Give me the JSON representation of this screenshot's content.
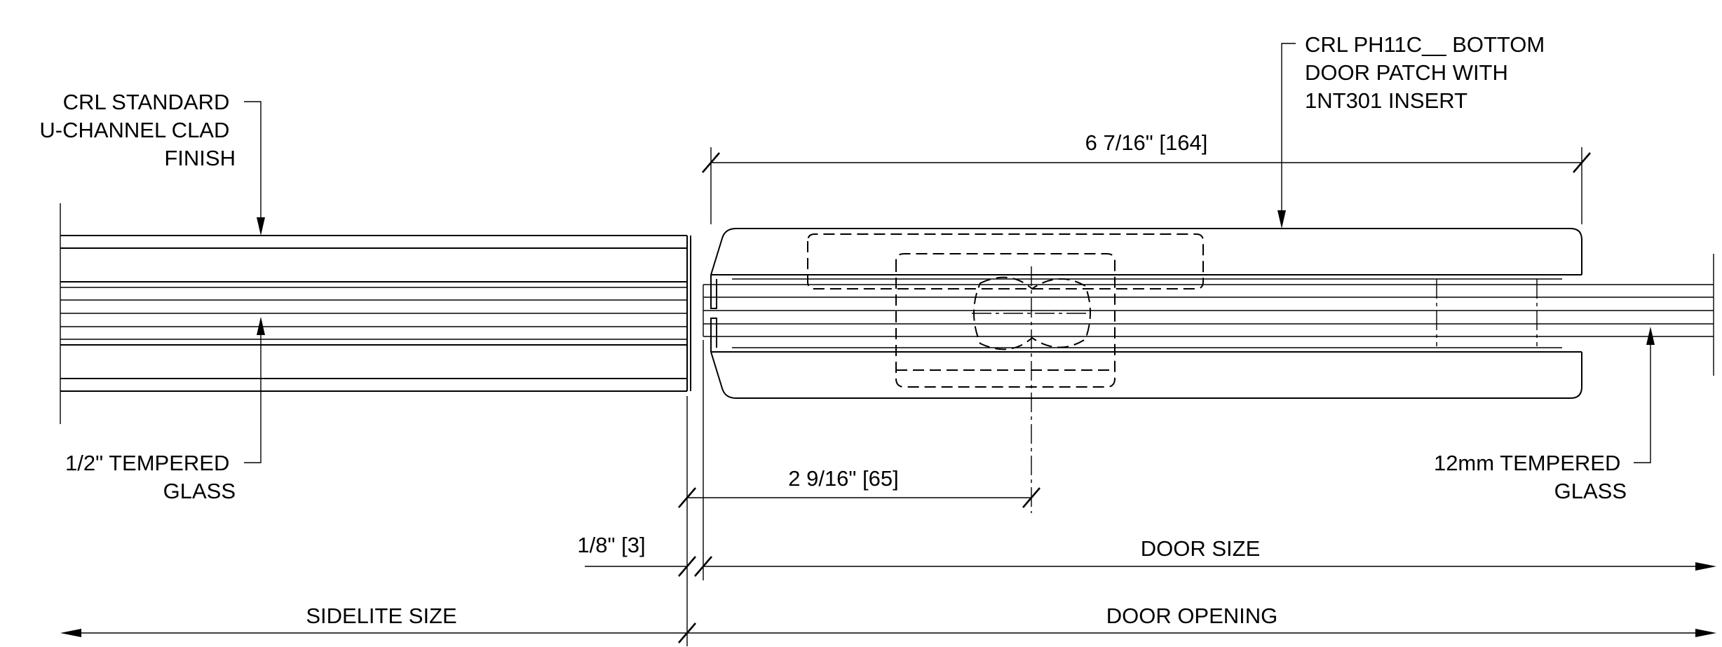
{
  "labels": {
    "uchannel": [
      "CRL STANDARD",
      "U-CHANNEL CLAD",
      "FINISH"
    ],
    "patch": [
      "CRL PH11C__  BOTTOM",
      "DOOR PATCH WITH",
      "1NT301 INSERT"
    ],
    "glass_half_inch": [
      "1/2\" TEMPERED",
      "GLASS"
    ],
    "glass_12mm": [
      "12mm TEMPERED",
      "GLASS"
    ]
  },
  "dimensions": {
    "patch_length": "6 7/16\" [164]",
    "pivot_offset": "2 9/16\" [65]",
    "gap": "1/8\" [3]",
    "door_size": "DOOR SIZE",
    "sidelite_size": "SIDELITE SIZE",
    "door_opening": "DOOR OPENING"
  }
}
